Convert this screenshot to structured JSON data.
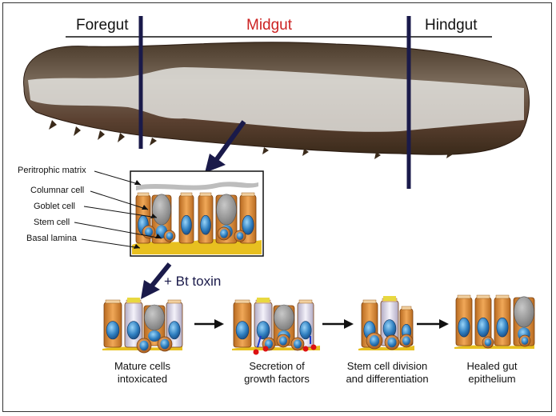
{
  "regions": {
    "foregut": "Foregut",
    "midgut": "Midgut",
    "hindgut": "Hindgut",
    "midgut_color": "#cc2222"
  },
  "labels": {
    "peritrophic_matrix": "Peritrophic matrix",
    "columnar_cell": "Columnar cell",
    "goblet_cell": "Goblet cell",
    "stem_cell": "Stem cell",
    "basal_lamina": "Basal lamina"
  },
  "treatment": "+ Bt toxin",
  "steps": [
    {
      "line1": "Mature cells",
      "line2": "intoxicated"
    },
    {
      "line1": "Secretion of",
      "line2": "growth factors"
    },
    {
      "line1": "Stem cell division",
      "line2": "and differentiation"
    },
    {
      "line1": "Healed gut",
      "line2": "epithelium"
    }
  ],
  "colors": {
    "boundary": "#1a1a4a",
    "columnar": "#d98a3a",
    "nucleus": "#3a8fd0",
    "goblet": "#9a9a9a",
    "lamina": "#e8c020",
    "intoxicated": "#d9d4e8",
    "growth_factor": "#dd1111",
    "secretion_arrow": "#1a3ad0"
  }
}
